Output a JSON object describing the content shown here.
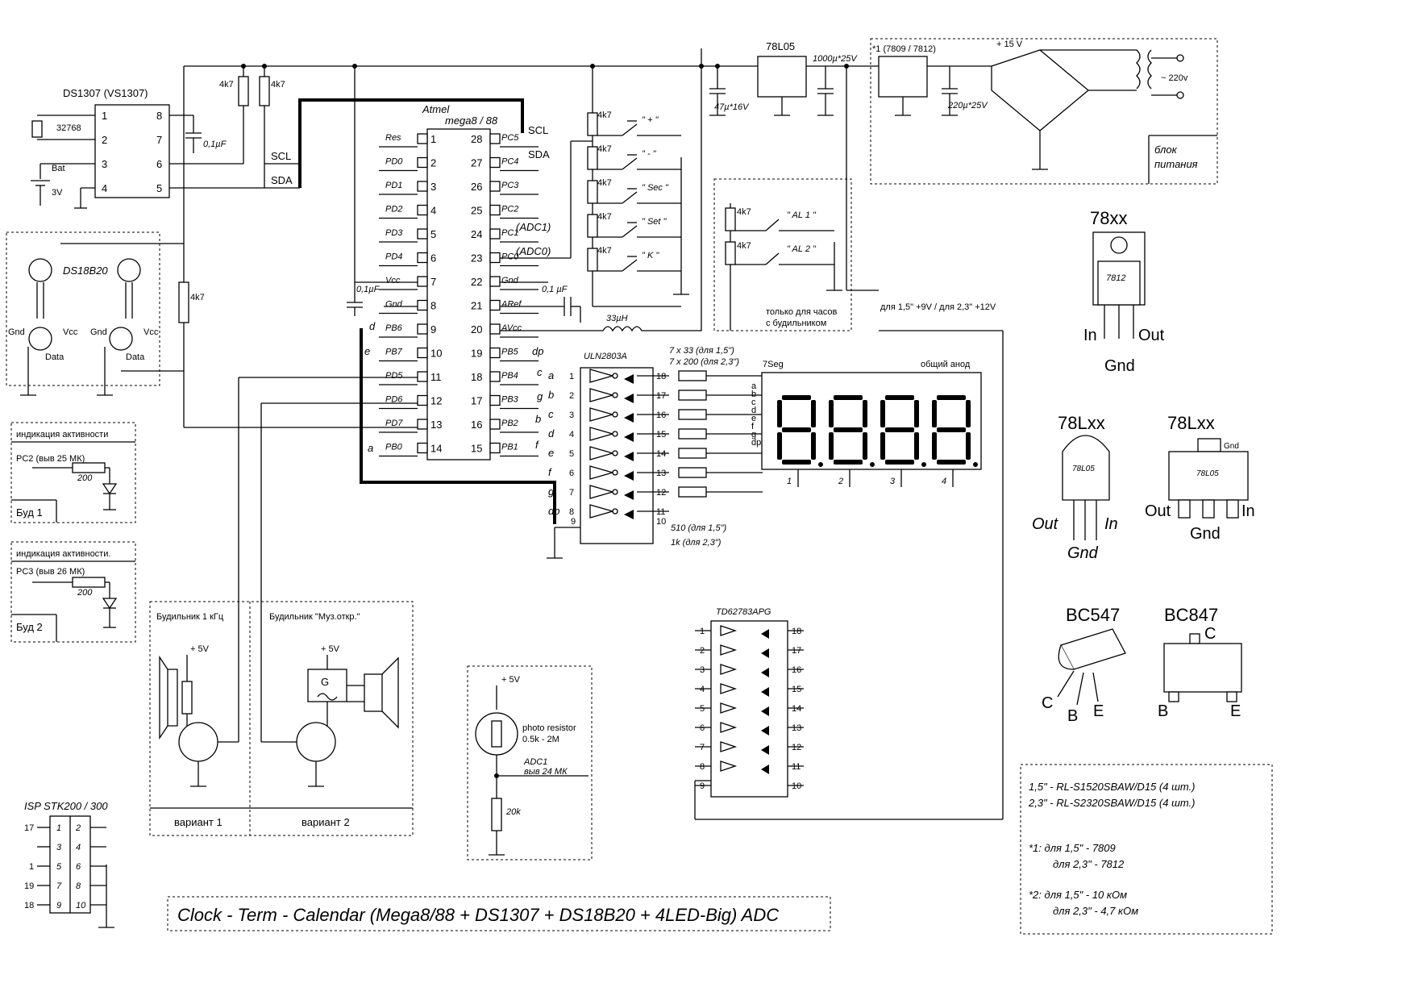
{
  "title": "Clock - Term  - Calendar (Mega8/88 + DS1307 + DS18B20 + 4LED-Big) ADC",
  "rtc": {
    "name": "DS1307 (VS1307)",
    "crystal": "32768",
    "battery": "Bat",
    "battery_v": "3V",
    "cap": "0,1µF",
    "pins": [
      "1",
      "2",
      "3",
      "4",
      "8",
      "7",
      "6",
      "5"
    ]
  },
  "resistors": {
    "r4k7": "4k7",
    "r33uH": "33µH",
    "r200": "200",
    "r20k": "20k",
    "r510": "510 (для 1,5\")",
    "r1k": "1k (для 2,3\")",
    "r7x33": "7 x 33 (для 1,5\")",
    "r7x200": "7 x 200 (для 2,3\")"
  },
  "bus": {
    "scl": "SCL",
    "sda": "SDA"
  },
  "mcu": {
    "brand": "Atmel",
    "name": "mega8 / 88",
    "left_pins": [
      {
        "n": "1",
        "l": "Res"
      },
      {
        "n": "2",
        "l": "PD0"
      },
      {
        "n": "3",
        "l": "PD1"
      },
      {
        "n": "4",
        "l": "PD2"
      },
      {
        "n": "5",
        "l": "PD3"
      },
      {
        "n": "6",
        "l": "PD4"
      },
      {
        "n": "7",
        "l": "Vcc"
      },
      {
        "n": "8",
        "l": "Gnd"
      },
      {
        "n": "9",
        "l": "PB6"
      },
      {
        "n": "10",
        "l": "PB7"
      },
      {
        "n": "11",
        "l": "PD5"
      },
      {
        "n": "12",
        "l": "PD6"
      },
      {
        "n": "13",
        "l": "PD7"
      },
      {
        "n": "14",
        "l": "PB0"
      }
    ],
    "right_pins": [
      {
        "n": "28",
        "l": "PC5"
      },
      {
        "n": "27",
        "l": "PC4"
      },
      {
        "n": "26",
        "l": "PC3"
      },
      {
        "n": "25",
        "l": "PC2"
      },
      {
        "n": "24",
        "l": "PC1"
      },
      {
        "n": "23",
        "l": "PC0"
      },
      {
        "n": "22",
        "l": "Gnd"
      },
      {
        "n": "21",
        "l": "ARef"
      },
      {
        "n": "20",
        "l": "AVcc"
      },
      {
        "n": "19",
        "l": "PB5"
      },
      {
        "n": "18",
        "l": "PB4"
      },
      {
        "n": "17",
        "l": "PB3"
      },
      {
        "n": "16",
        "l": "PB2"
      },
      {
        "n": "15",
        "l": "PB1"
      }
    ],
    "adc1": "(ADC1)",
    "adc0": "(ADC0)",
    "cap01": "0,1µF",
    "cap01b": "0,1 µF"
  },
  "segment_letters": {
    "left": [
      "d",
      "e",
      "",
      "",
      "a"
    ],
    "right": [
      "dp",
      "c",
      "g",
      "b",
      "f"
    ]
  },
  "buttons": [
    "\" + \"",
    "\" - \"",
    "\" Sec \"",
    "\" Set \"",
    "\" K \""
  ],
  "alarm_buttons": [
    "\" AL 1 \"",
    "\" AL 2 \""
  ],
  "alarm_note": [
    "только для часов",
    "с будильником"
  ],
  "sensor": {
    "name": "DS18B20",
    "gnd": "Gnd",
    "vcc": "Vcc",
    "data": "Data"
  },
  "power": {
    "reg1": "78L05",
    "cap1": "47µ*16V",
    "cap2": "1000µ*25V",
    "reg2": "*1 (7809 / 7812)",
    "v15": "+ 15 V",
    "cap3": "220µ*25V",
    "mains": "~ 220v",
    "block": [
      "блок",
      "питания"
    ]
  },
  "supply_note": "для 1,5\" +9V  /  для 2,3\" +12V",
  "uln": {
    "name": "ULN2803A",
    "letters": [
      "a",
      "b",
      "c",
      "d",
      "e",
      "f",
      "g",
      "dp"
    ],
    "pins_l": [
      "1",
      "2",
      "3",
      "4",
      "5",
      "6",
      "7",
      "8",
      "9"
    ],
    "pins_r": [
      "18",
      "17",
      "16",
      "15",
      "14",
      "13",
      "12",
      "11",
      "10"
    ]
  },
  "display": {
    "name": "7Seg",
    "anode": "общий анод",
    "segs": [
      "a",
      "b",
      "c",
      "d",
      "e",
      "f",
      "g",
      "dp"
    ],
    "digits": [
      "1",
      "2",
      "3",
      "4"
    ]
  },
  "td": {
    "name": "TD62783APG",
    "pins_l": [
      "1",
      "2",
      "3",
      "4",
      "5",
      "6",
      "7",
      "8",
      "9"
    ],
    "pins_r": [
      "18",
      "17",
      "16",
      "15",
      "14",
      "13",
      "12",
      "11",
      "10"
    ]
  },
  "activity": [
    {
      "title": "индикация активности",
      "pin": "PC2 (выв 25 МК)",
      "r": "200",
      "label": "Буд 1"
    },
    {
      "title": "индикация активности.",
      "pin": "PC3 (выв 26 МК)",
      "r": "200",
      "label": "Буд 2"
    }
  ],
  "alarm1": {
    "title": "Будильник 1 кГц",
    "v": "+ 5V",
    "variant": "вариант 1"
  },
  "alarm2": {
    "title": "Будильник \"Муз.откр.\"",
    "v": "+ 5V",
    "gen": "G",
    "variant": "вариант 2"
  },
  "photo": {
    "v": "+ 5V",
    "l1": "photo resistor",
    "l2": "0.5k - 2M",
    "adc": "ADC1",
    "pin": "выв 24 МК"
  },
  "isp": {
    "title": "ISP  STK200 / 300",
    "rows": [
      [
        "1",
        "2"
      ],
      [
        "3",
        "4"
      ],
      [
        "5",
        "6"
      ],
      [
        "7",
        "8"
      ],
      [
        "9",
        "10"
      ]
    ],
    "ext": [
      "17",
      "1",
      "19",
      "18"
    ]
  },
  "packages": {
    "p78xx": {
      "name": "78xx",
      "code": "7812",
      "in": "In",
      "out": "Out",
      "gnd": "Gnd"
    },
    "p78lxx": {
      "name": "78Lxx",
      "code": "78L05",
      "out": "Out",
      "in": "In",
      "gnd": "Gnd"
    },
    "p78lxx_smd": {
      "name": "78Lxx",
      "code": "78L05",
      "gnd": "Gnd",
      "out": "Out",
      "in": "In",
      "gnd2": "Gnd"
    },
    "bc547": {
      "name": "BC547",
      "c": "C",
      "b": "B",
      "e": "E"
    },
    "bc847": {
      "name": "BC847",
      "c": "C",
      "b": "B",
      "e": "E"
    }
  },
  "notes": {
    "l1": "1,5\" - RL-S1520SBAW/D15 (4 шт.)",
    "l2": "2,3\" - RL-S2320SBAW/D15 (4 шт.)",
    "l3": "*1:  для 1,5\" - 7809",
    "l4": "для 2,3\" - 7812",
    "l5": "*2: для 1,5\" - 10 кОм",
    "l6": "для 2,3\" - 4,7 кОм"
  }
}
